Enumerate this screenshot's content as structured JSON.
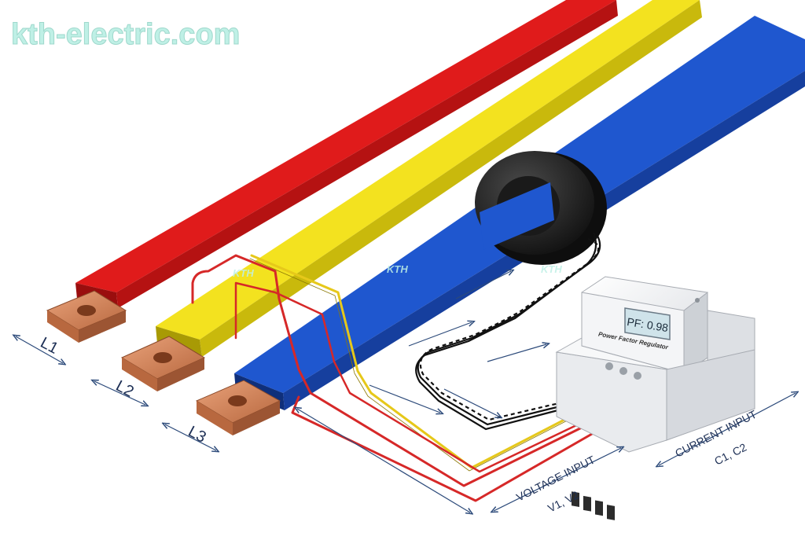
{
  "watermark": {
    "site": "kth-electric.com",
    "brand_mark": "KTH"
  },
  "phases": [
    {
      "label": "L1",
      "color": "#e01b1b",
      "edge": "#9a0e0e"
    },
    {
      "label": "L2",
      "color": "#f3e21f",
      "edge": "#a89a05"
    },
    {
      "label": "L3",
      "color": "#1f57cf",
      "edge": "#0f2f7a"
    }
  ],
  "device": {
    "title": "Power Factor Regulator",
    "display": "PF: 0.98",
    "voltage_label": "VOLTAGE INPUT",
    "voltage_terminals": "V1, V2",
    "current_label": "CURRENT INPUT",
    "current_terminals": "C1, C2"
  },
  "colors": {
    "copper": "#d6875a",
    "copper_dark": "#9c5533",
    "ct_core": "#1e1e1e",
    "wire_red": "#d62828",
    "wire_yellow": "#e6c81a",
    "housing": "#f2f3f5"
  }
}
